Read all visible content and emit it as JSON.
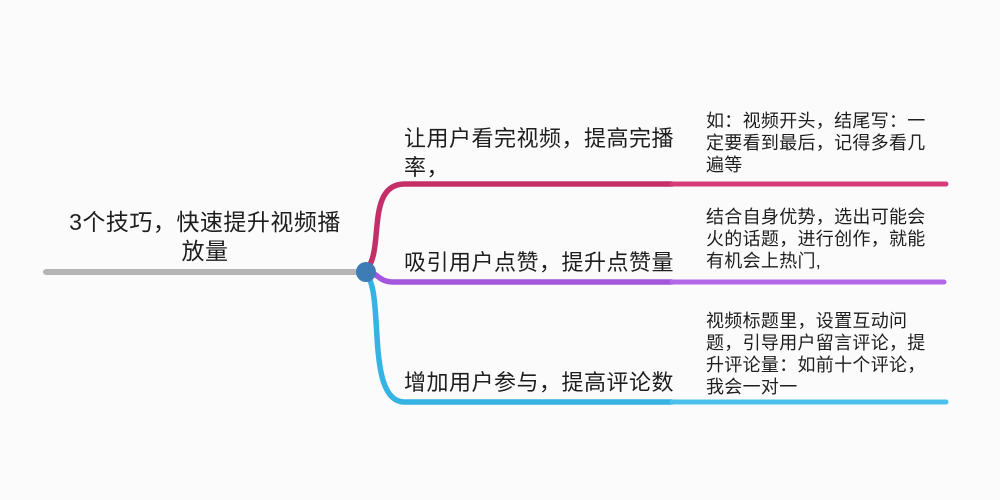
{
  "root": {
    "text": "3个技巧，快速提升视频播放量",
    "lines": [
      "3个技巧，快速提升视频播",
      "放量"
    ]
  },
  "branches": [
    {
      "label": "让用户看完视频，提高完播率，",
      "label_lines": [
        "让用户看完视频，提高完播",
        "率，"
      ],
      "note": "如：视频开头，结尾写：一定要看到最后，记得多看几遍等",
      "note_lines": [
        "如：视频开头，结尾写：一",
        "定要看到最后，记得多看几",
        "遍等"
      ],
      "branch_color": "#C42E69",
      "leaf_color": "#D83B77"
    },
    {
      "label": "吸引用户点赞，提升点赞量",
      "label_lines": [
        "吸引用户点赞，提升点赞量"
      ],
      "note": "结合自身优势，选出可能会火的话题，进行创作，就能有机会上热门,",
      "note_lines": [
        "结合自身优势，选出可能会",
        "火的话题，进行创作，就能",
        "有机会上热门,"
      ],
      "branch_color": "#A355DC",
      "leaf_color": "#B466E8"
    },
    {
      "label": "增加用户参与，提高评论数",
      "label_lines": [
        "增加用户参与，提高评论数"
      ],
      "note": "视频标题里，设置互动问题，引导用户留言评论，提升评论量：如前十个评论，我会一对一",
      "note_lines": [
        "视频标题里，设置互动问",
        "题，引导用户留言评论，提",
        "升评论量：如前十个评论，",
        "我会一对一"
      ],
      "branch_color": "#35B3E2",
      "leaf_color": "#4CC0EC"
    }
  ],
  "colors": {
    "background": "#FBFBFB",
    "text": "#1E1E1E",
    "root_line": "#B5B5B5",
    "center_dot": "#3E7CB6"
  }
}
